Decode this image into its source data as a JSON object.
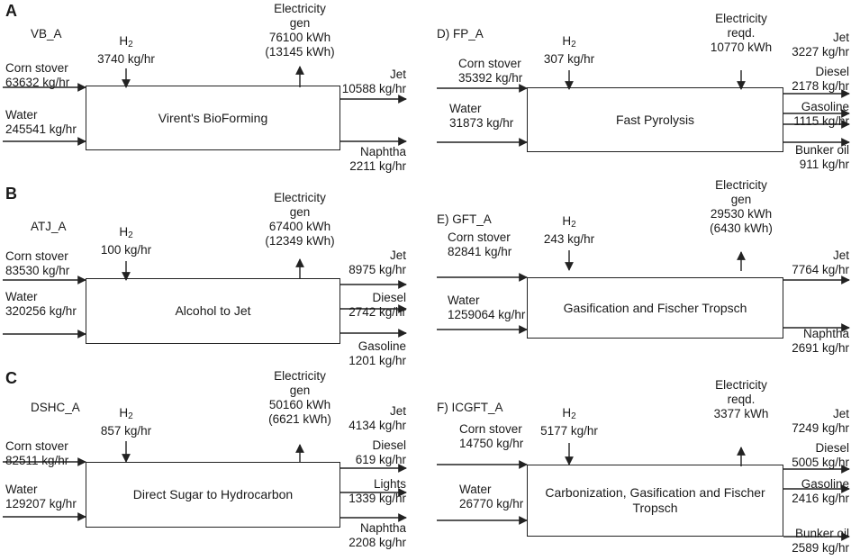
{
  "panels": [
    {
      "letter": "A",
      "name": "VB_A",
      "process": "Virent's BioForming",
      "h2": "3740 kg/hr",
      "electricity": [
        "Electricity",
        "gen",
        "76100 kWh",
        "(13145 kWh)"
      ],
      "inputs": [
        {
          "label": "Corn stover",
          "value": "63632 kg/hr"
        },
        {
          "label": "Water",
          "value": "245541 kg/hr"
        }
      ],
      "outputs": [
        {
          "label": "Jet",
          "value": "10588 kg/hr"
        },
        {
          "label": "Naphtha",
          "value": "2211 kg/hr"
        }
      ]
    },
    {
      "letter": "",
      "name": "D) FP_A",
      "process": "Fast Pyrolysis",
      "h2": "307 kg/hr",
      "electricity": [
        "Electricity",
        "reqd.",
        "10770 kWh"
      ],
      "inputs": [
        {
          "label": "Corn stover",
          "value": "35392 kg/hr"
        },
        {
          "label": "Water",
          "value": "31873 kg/hr"
        }
      ],
      "outputs": [
        {
          "label": "Jet",
          "value": "3227 kg/hr"
        },
        {
          "label": "Diesel",
          "value": "2178 kg/hr"
        },
        {
          "label": "Gasoline",
          "value": "1115 kg/hr"
        },
        {
          "label": "Bunker oil",
          "value": "911 kg/hr"
        }
      ]
    },
    {
      "letter": "B",
      "name": "ATJ_A",
      "process": "Alcohol to Jet",
      "h2": "100 kg/hr",
      "electricity": [
        "Electricity",
        "gen",
        "67400 kWh",
        "(12349 kWh)"
      ],
      "inputs": [
        {
          "label": "Corn stover",
          "value": "83530 kg/hr"
        },
        {
          "label": "Water",
          "value": "320256 kg/hr"
        }
      ],
      "outputs": [
        {
          "label": "Jet",
          "value": "8975 kg/hr"
        },
        {
          "label": "Diesel",
          "value": "2742 kg/hr"
        },
        {
          "label": "Gasoline",
          "value": "1201 kg/hr"
        }
      ]
    },
    {
      "letter": "",
      "name": "E) GFT_A",
      "process": "Gasification and Fischer Tropsch",
      "h2": "243 kg/hr",
      "electricity": [
        "Electricity",
        "gen",
        "29530 kWh",
        "(6430 kWh)"
      ],
      "inputs": [
        {
          "label": "Corn stover",
          "value": "82841 kg/hr"
        },
        {
          "label": "Water",
          "value": "1259064 kg/hr"
        }
      ],
      "outputs": [
        {
          "label": "Jet",
          "value": "7764 kg/hr"
        },
        {
          "label": "Naphtha",
          "value": "2691 kg/hr"
        }
      ]
    },
    {
      "letter": "C",
      "name": "DSHC_A",
      "process": "Direct Sugar to Hydrocarbon",
      "h2": "857 kg/hr",
      "electricity": [
        "Electricity",
        "gen",
        "50160 kWh",
        "(6621 kWh)"
      ],
      "inputs": [
        {
          "label": "Corn stover",
          "value": "82511 kg/hr"
        },
        {
          "label": "Water",
          "value": "129207 kg/hr"
        }
      ],
      "outputs": [
        {
          "label": "Jet",
          "value": "4134 kg/hr"
        },
        {
          "label": "Diesel",
          "value": "619 kg/hr"
        },
        {
          "label": "Lights",
          "value": "1339 kg/hr"
        },
        {
          "label": "Naphtha",
          "value": "2208 kg/hr"
        }
      ]
    },
    {
      "letter": "",
      "name": "F) ICGFT_A",
      "process": "Carbonization, Gasification and Fischer Tropsch",
      "h2": "5177 kg/hr",
      "electricity": [
        "Electricity",
        "reqd.",
        "3377 kWh"
      ],
      "inputs": [
        {
          "label": "Corn stover",
          "value": "14750 kg/hr"
        },
        {
          "label": "Water",
          "value": "26770 kg/hr"
        }
      ],
      "outputs": [
        {
          "label": "Jet",
          "value": "7249 kg/hr"
        },
        {
          "label": "Diesel",
          "value": "5005 kg/hr"
        },
        {
          "label": "Gasoline",
          "value": "2416 kg/hr"
        },
        {
          "label": "Bunker oil",
          "value": "2589 kg/hr"
        }
      ]
    }
  ]
}
